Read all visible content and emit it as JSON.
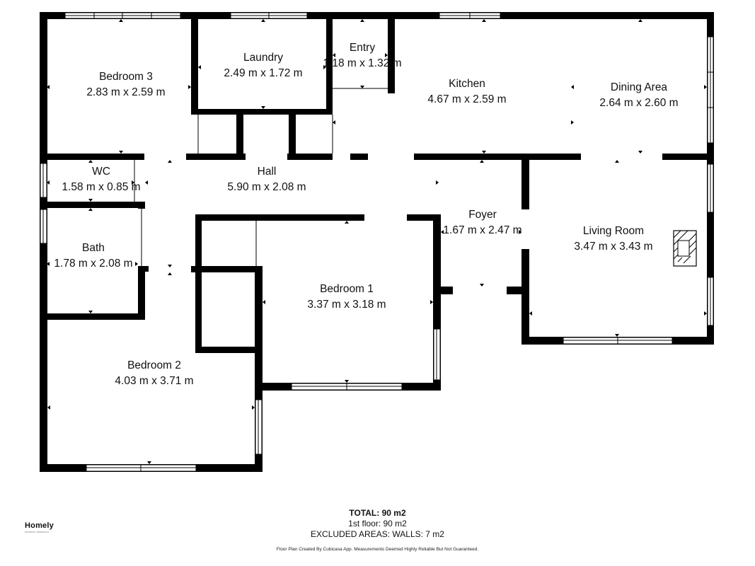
{
  "rooms": [
    {
      "id": "bedroom3",
      "name": "Bedroom 3",
      "dims": "2.83 m x 2.59 m"
    },
    {
      "id": "laundry",
      "name": "Laundry",
      "dims": "2.49 m x 1.72 m"
    },
    {
      "id": "entry",
      "name": "Entry",
      "dims": "1.18 m x 1.32 m"
    },
    {
      "id": "kitchen",
      "name": "Kitchen",
      "dims": "4.67 m x 2.59 m"
    },
    {
      "id": "dining",
      "name": "Dining Area",
      "dims": "2.64 m x 2.60 m"
    },
    {
      "id": "wc",
      "name": "WC",
      "dims": "1.58 m x 0.85 m"
    },
    {
      "id": "hall",
      "name": "Hall",
      "dims": "5.90 m x 2.08 m"
    },
    {
      "id": "foyer",
      "name": "Foyer",
      "dims": "1.67 m x 2.47 m"
    },
    {
      "id": "living",
      "name": "Living Room",
      "dims": "3.47 m x 3.43 m"
    },
    {
      "id": "bath",
      "name": "Bath",
      "dims": "1.78 m x 2.08 m"
    },
    {
      "id": "bedroom1",
      "name": "Bedroom 1",
      "dims": "3.37 m x 3.18 m"
    },
    {
      "id": "bedroom2",
      "name": "Bedroom 2",
      "dims": "4.03 m x 3.71 m"
    }
  ],
  "summary": {
    "total": "TOTAL: 90 m2",
    "floor": "1st floor: 90 m2",
    "excluded": "EXCLUDED AREAS: WALLS: 7 m2"
  },
  "brand": "Homely",
  "brand_tagline": "PROPERTY RESEARCH",
  "disclaimer": "Floor Plan Created By Cubicasa App. Measurements Deemed Highly Reliable But Not Guaranteed."
}
